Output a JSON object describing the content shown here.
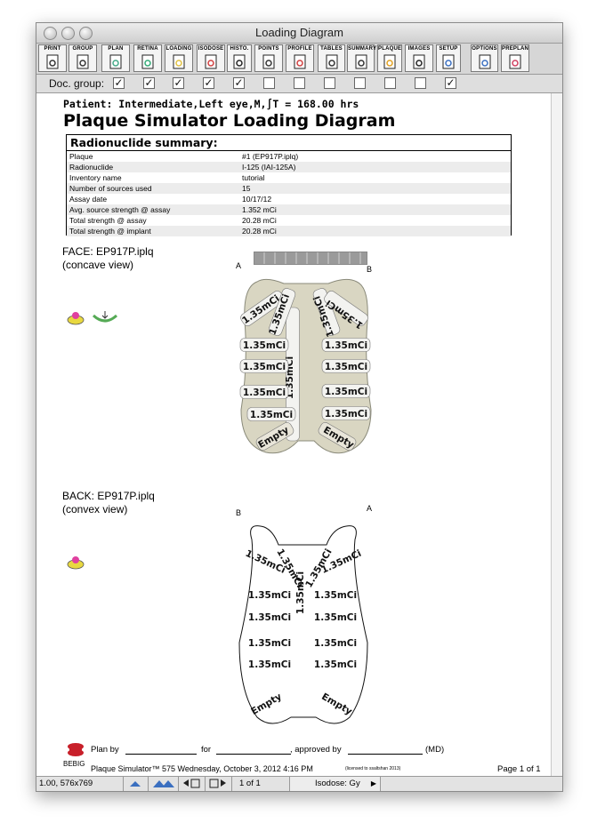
{
  "window": {
    "title": "Loading Diagram"
  },
  "toolbar": {
    "buttons": [
      {
        "label": "PRINT",
        "icon": "print-icon"
      },
      {
        "label": "GROUP",
        "icon": "group-print-icon"
      },
      {
        "label": "PLAN",
        "icon": "plan-icon"
      },
      {
        "label": "RETINA",
        "icon": "retina-icon"
      },
      {
        "label": "LOADING",
        "icon": "loading-icon"
      },
      {
        "label": "ISODOSE",
        "icon": "isodose-icon"
      },
      {
        "label": "HISTO.",
        "icon": "histogram-icon"
      },
      {
        "label": "POINTS",
        "icon": "points-icon"
      },
      {
        "label": "PROFILE",
        "icon": "profile-icon"
      },
      {
        "label": "TABLES",
        "icon": "tables-icon"
      },
      {
        "label": "SUMMARY",
        "icon": "summary-icon"
      },
      {
        "label": "PLAQUE",
        "icon": "plaque-icon"
      },
      {
        "label": "IMAGES",
        "icon": "images-icon"
      },
      {
        "label": "SETUP",
        "icon": "setup-icon"
      },
      {
        "label": "OPTIONS",
        "icon": "options-icon"
      },
      {
        "label": "PREPLAN",
        "icon": "preplan-icon"
      }
    ]
  },
  "doc_group": {
    "label": "Doc. group:",
    "checked": [
      true,
      true,
      true,
      true,
      true,
      false,
      false,
      false,
      false,
      false,
      false,
      true
    ]
  },
  "report": {
    "patient": "Patient: Intermediate,Left eye,M,∫T = 168.00 hrs",
    "title": "Plaque Simulator Loading Diagram",
    "summary_heading": "Radionuclide summary:",
    "summary_rows": [
      {
        "k": "Plaque",
        "v": "#1 (EP917P.iplq)"
      },
      {
        "k": "Radionuclide",
        "v": "I-125 (IAI-125A)"
      },
      {
        "k": "Inventory name",
        "v": "tutorial"
      },
      {
        "k": "Number of sources used",
        "v": "15"
      },
      {
        "k": "Assay date",
        "v": "10/17/12"
      },
      {
        "k": "Avg. source strength @ assay",
        "v": "1.352 mCi"
      },
      {
        "k": "Total strength @ assay",
        "v": "20.28 mCi"
      },
      {
        "k": "Total strength @ implant",
        "v": "20.28 mCi"
      }
    ],
    "face": {
      "line1": "FACE: EP917P.iplq",
      "line2": "(concave view)",
      "left_corner": "A",
      "right_corner": "B"
    },
    "back": {
      "line1": "BACK: EP917P.iplq",
      "line2": "(convex view)",
      "left_corner": "B",
      "right_corner": "A"
    },
    "seed_label": "1.35mCi",
    "empty_label": "Empty",
    "logo_text": "BEBIG",
    "plan_by": "Plan by",
    "for": "for",
    "approved_by": ", approved by",
    "md": "(MD)",
    "footer_left": "Plaque Simulator™ 575 Wednesday, October 3, 2012 4:16 PM",
    "footer_note": "(licensed to ssaltshan 2013)",
    "page": "Page 1  of 1"
  },
  "status": {
    "zoom": "1.00, 576x769",
    "page": "1    of 1",
    "isodose": "Isodose: Gy"
  }
}
